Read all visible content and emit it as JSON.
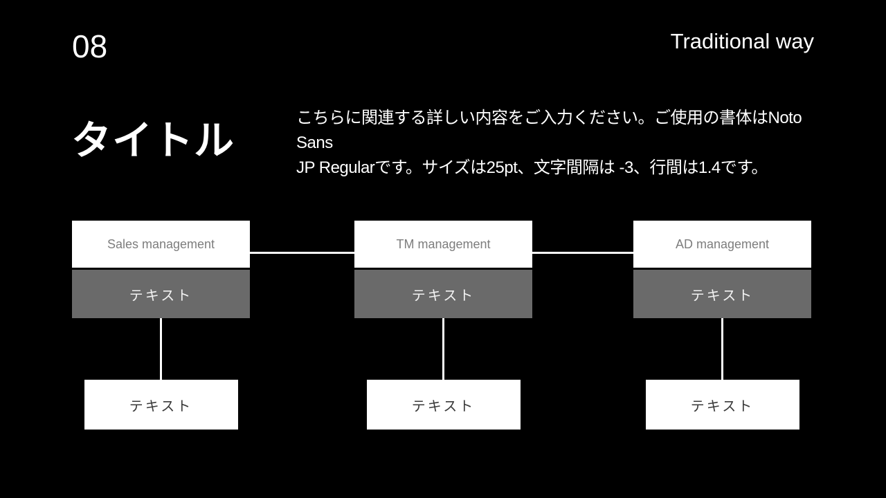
{
  "slide": {
    "page_number": "08",
    "header_right": "Traditional way",
    "title": "タイトル",
    "body": {
      "line1": "こちらに関連する詳しい内容をご入力ください。ご使用の書体はNoto Sans",
      "line2": "JP Regularです。サイズは25pt、文字間隔は -3、行間は1.4です。"
    }
  },
  "org_chart": {
    "columns": [
      {
        "title": "Sales management",
        "sub_label": "テキスト",
        "leaf_label": "テキスト"
      },
      {
        "title": "TM management",
        "sub_label": "テキスト",
        "leaf_label": "テキスト"
      },
      {
        "title": "AD management",
        "sub_label": "テキスト",
        "leaf_label": "テキスト"
      }
    ]
  },
  "colors": {
    "background": "#000000",
    "text_white": "#ffffff",
    "box_white": "#ffffff",
    "box_gray": "#6a6a6a",
    "gray_box_text": "#f2f2f2",
    "title_text_gray": "#7d7d7d",
    "leaf_text_dark": "#3a3a3a",
    "connector": "#ffffff"
  }
}
